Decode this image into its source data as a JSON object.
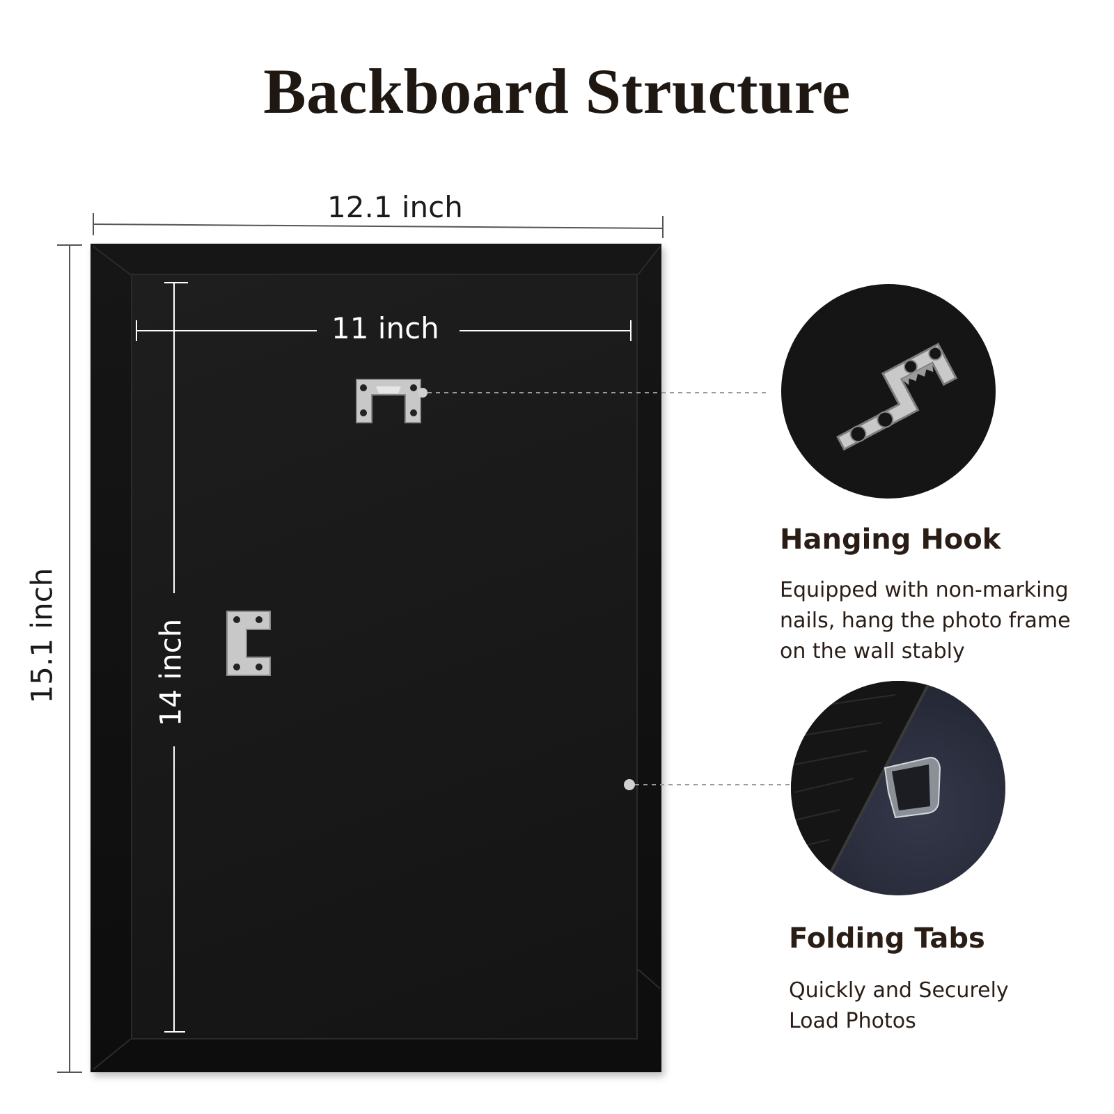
{
  "title": "Backboard Structure",
  "dimensions": {
    "outer_width": "12.1 inch",
    "outer_height": "15.1 inch",
    "inner_width": "11 inch",
    "inner_height": "14 inch"
  },
  "features": {
    "hanging_hook": {
      "heading": "Hanging Hook",
      "description_lines": [
        "Equipped with non-marking",
        "nails, hang the photo frame",
        "on the wall stably"
      ]
    },
    "folding_tabs": {
      "heading": "Folding Tabs",
      "description_lines": [
        "Quickly and Securely",
        "Load Photos"
      ]
    }
  },
  "colors": {
    "frame": "#111111",
    "text": "#2a1d16",
    "hardware": "#c8c8c8"
  }
}
